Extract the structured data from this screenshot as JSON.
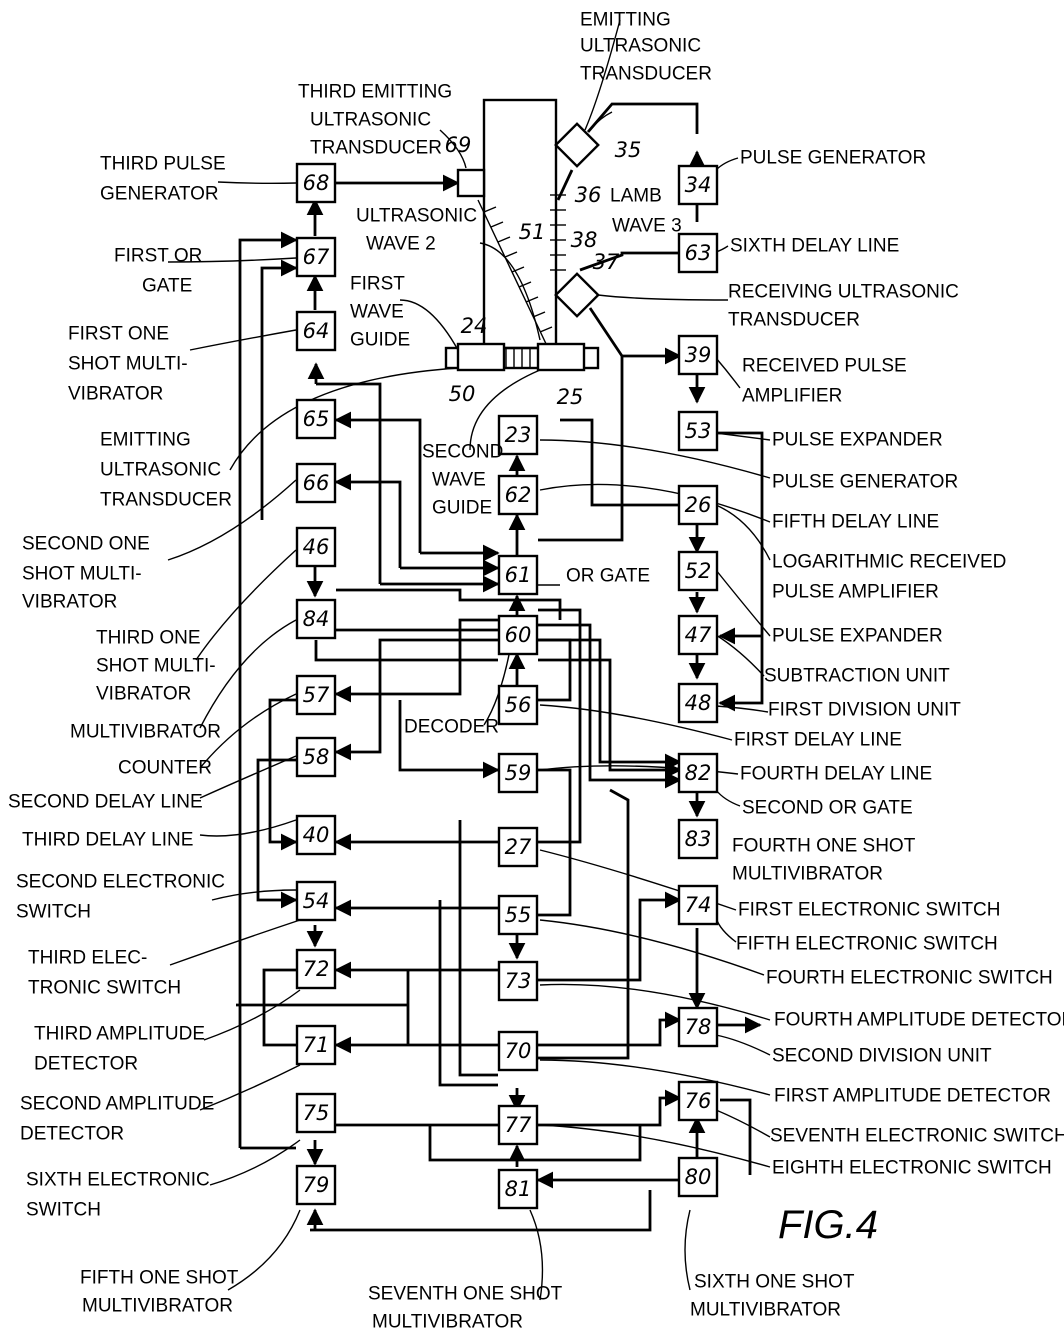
{
  "figure_title": "FIG.4",
  "blocks": {
    "b23": "23",
    "b24": "24",
    "b25": "25",
    "b26": "26",
    "b27": "27",
    "b34": "34",
    "b39": "39",
    "b40": "40",
    "b46": "46",
    "b47": "47",
    "b48": "48",
    "b52": "52",
    "b53": "53",
    "b54": "54",
    "b55": "55",
    "b56": "56",
    "b57": "57",
    "b58": "58",
    "b59": "59",
    "b60": "60",
    "b61": "61",
    "b62": "62",
    "b63": "63",
    "b64": "64",
    "b65": "65",
    "b66": "66",
    "b67": "67",
    "b68": "68",
    "b69": "69",
    "b70": "70",
    "b71": "71",
    "b72": "72",
    "b73": "73",
    "b74": "74",
    "b75": "75",
    "b76": "76",
    "b77": "77",
    "b78": "78",
    "b79": "79",
    "b80": "80",
    "b81": "81",
    "b82": "82",
    "b83": "83",
    "b84": "84"
  },
  "refs": {
    "r35": "35",
    "r36": "36",
    "r37": "37",
    "r38": "38",
    "r50": "50",
    "r51": "51"
  },
  "labels": {
    "emit_top_1": "EMITTING",
    "emit_top_2": "ULTRASONIC",
    "emit_top_3": "TRANSDUCER",
    "third_emit_1": "THIRD EMITTING",
    "third_emit_2": "ULTRASONIC",
    "third_emit_3": "TRANSDUCER",
    "third_pulse_1": "THIRD PULSE",
    "third_pulse_2": "GENERATOR",
    "first_or_1": "FIRST OR",
    "first_or_2": "GATE",
    "first_one_1": "FIRST ONE",
    "first_one_2": "SHOT MULTI-",
    "first_one_3": "VIBRATOR",
    "emitting_1": "EMITTING",
    "emitting_2": "ULTRASONIC",
    "emitting_3": "TRANSDUCER",
    "second_one_1": "SECOND ONE",
    "second_one_2": "SHOT MULTI-",
    "second_one_3": "VIBRATOR",
    "third_one_1": "THIRD ONE",
    "third_one_2": "SHOT MULTI-",
    "third_one_3": "VIBRATOR",
    "multivibrator": "MULTIVIBRATOR",
    "counter": "COUNTER",
    "second_delay": "SECOND DELAY LINE",
    "third_delay": "THIRD DELAY LINE",
    "second_elec_1": "SECOND ELECTRONIC",
    "second_elec_2": "SWITCH",
    "third_elec_1": "THIRD ELEC-",
    "third_elec_2": "TRONIC SWITCH",
    "third_amp_1": "THIRD AMPLITUDE",
    "third_amp_2": "DETECTOR",
    "second_amp_1": "SECOND AMPLITUDE",
    "second_amp_2": "DETECTOR",
    "sixth_elec_1": "SIXTH ELECTRONIC",
    "sixth_elec_2": "SWITCH",
    "fifth_one_1": "FIFTH ONE SHOT",
    "fifth_one_2": "MULTIVIBRATOR",
    "seventh_one_1": "SEVENTH ONE SHOT",
    "seventh_one_2": "MULTIVIBRATOR",
    "sixth_one_1": "SIXTH ONE SHOT",
    "sixth_one_2": "MULTIVIBRATOR",
    "ultra_wave_1": "ULTRASONIC",
    "ultra_wave_2": "WAVE 2",
    "first_wg_1": "FIRST",
    "first_wg_2": "WAVE",
    "first_wg_3": "GUIDE",
    "second_wg_1": "SECOND",
    "second_wg_2": "WAVE",
    "second_wg_3": "GUIDE",
    "lamb_1": "LAMB",
    "lamb_2": "WAVE 3",
    "or_gate": "OR GATE",
    "decoder": "DECODER",
    "pulse_gen": "PULSE GENERATOR",
    "sixth_delay": "SIXTH DELAY LINE",
    "recv_1": "RECEIVING ULTRASONIC",
    "recv_2": "TRANSDUCER",
    "rpa_1": "RECEIVED PULSE",
    "rpa_2": "AMPLIFIER",
    "pulse_exp_1": "PULSE EXPANDER",
    "pulse_gen_2": "PULSE GENERATOR",
    "fifth_delay": "FIFTH DELAY LINE",
    "log_1": "LOGARITHMIC RECEIVED",
    "log_2": "PULSE AMPLIFIER",
    "pulse_exp_2": "PULSE EXPANDER",
    "subtraction": "SUBTRACTION UNIT",
    "first_div": "FIRST DIVISION UNIT",
    "first_delay": "FIRST DELAY LINE",
    "fourth_delay": "FOURTH DELAY LINE",
    "second_or": "SECOND OR GATE",
    "fourth_one_1": "FOURTH ONE SHOT",
    "fourth_one_2": "MULTIVIBRATOR",
    "first_elec": "FIRST ELECTRONIC SWITCH",
    "fifth_elec": "FIFTH ELECTRONIC SWITCH",
    "fourth_elec": "FOURTH ELECTRONIC SWITCH",
    "fourth_amp": "FOURTH AMPLITUDE DETECTOR",
    "second_div": "SECOND DIVISION UNIT",
    "first_amp": "FIRST AMPLITUDE DETECTOR",
    "seventh_elec": "SEVENTH ELECTRONIC SWITCH",
    "eighth_elec": "EIGHTH ELECTRONIC SWITCH"
  }
}
